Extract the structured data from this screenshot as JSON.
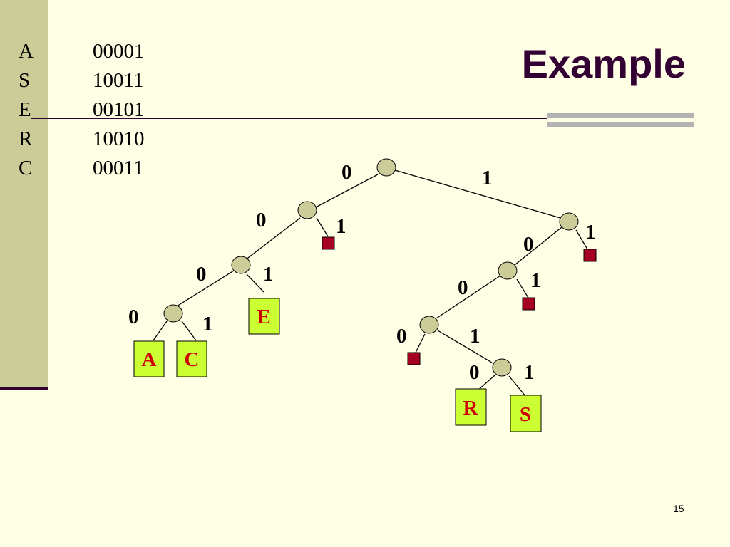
{
  "slide": {
    "title": "Example",
    "page_number": "15"
  },
  "code_table": [
    {
      "letter": "A",
      "code": "00001"
    },
    {
      "letter": "S",
      "code": "10011"
    },
    {
      "letter": "E",
      "code": "00101"
    },
    {
      "letter": "R",
      "code": "10010"
    },
    {
      "letter": "C",
      "code": "00011"
    }
  ],
  "tree": {
    "edge_labels": [
      "0",
      "1"
    ],
    "leaves": [
      "A",
      "C",
      "E",
      "R",
      "S"
    ]
  },
  "colors": {
    "background": "#ffffe5",
    "side_band": "#cccc99",
    "title": "#330033",
    "internal_node": "#cccc99",
    "null_leaf": "#a50021",
    "leaf_box": "#ccff33",
    "leaf_text": "#cc0000"
  }
}
